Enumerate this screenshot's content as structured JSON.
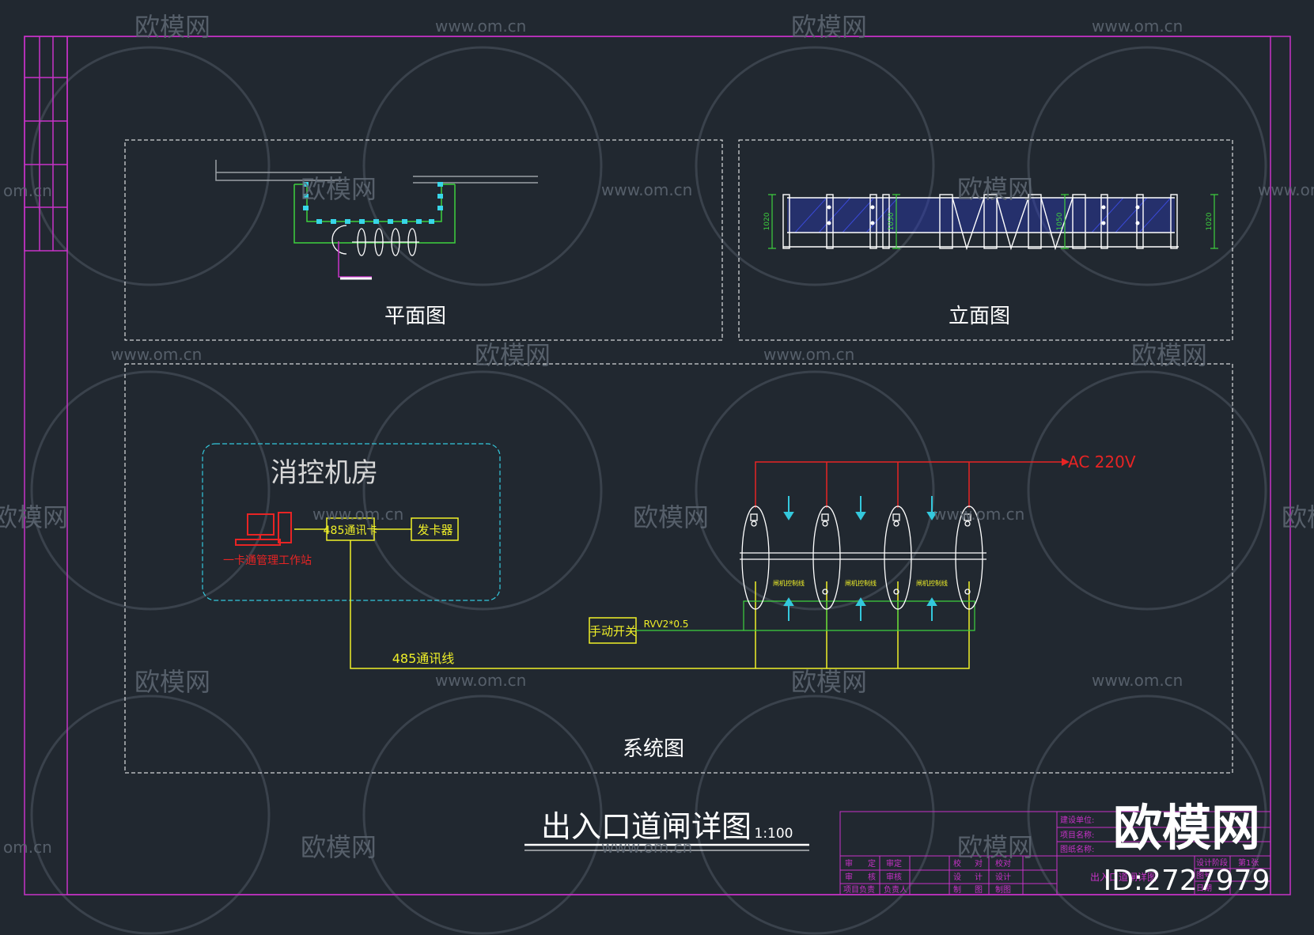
{
  "colors": {
    "background": "#212830",
    "frame": "#c832c8",
    "panel_border": "#ffffff",
    "plan_walls": "#3ed13e",
    "plan_posts": "#38d6e8",
    "cable_yellow": "#f0f028",
    "power_red": "#e82424",
    "arrow_cyan": "#34c8dc",
    "elevation_glass": "#2d3cc8",
    "watermark": "#5f6874"
  },
  "panels": {
    "plan": {
      "title": "平面图"
    },
    "elevation": {
      "title": "立面图",
      "dimensions": [
        "1020",
        "1050",
        "1050",
        "1020"
      ]
    },
    "system": {
      "title": "系统图"
    }
  },
  "system": {
    "room_label": "消控机房",
    "workstation_label": "一卡通管理工作站",
    "comm_card_label": "485通讯卡",
    "card_issuer_label": "发卡器",
    "power_label": "AC 220V",
    "manual_switch_label": "手动开关",
    "cable_spec_label": "RVV2*0.5",
    "comm_line_label": "485通讯线",
    "gate_controller_labels": [
      "闸机控制线",
      "闸机控制线",
      "闸机控制线"
    ]
  },
  "title": {
    "text": "出入口道闸详图",
    "scale": "1:100"
  },
  "title_block": {
    "top_rows": [
      "建设单位:",
      "项目名称:",
      "图纸名称:"
    ],
    "right_cells": [
      "设计阶段",
      "第1张",
      "图号",
      "日期"
    ],
    "bottom_text": "出入口道闸详图",
    "sign_rows": [
      [
        "审",
        "定",
        "审定",
        "校",
        "对",
        "校对"
      ],
      [
        "审",
        "核",
        "审核",
        "设",
        "计",
        "设计"
      ],
      [
        "项目负责",
        "负责人",
        "",
        "制",
        "图",
        "制图"
      ]
    ]
  },
  "watermark": {
    "brand": "欧模网",
    "url": "www.om.cn",
    "url_cropped": "om.cn",
    "badge_brand": "欧模网",
    "badge_id": "ID:2727979"
  }
}
